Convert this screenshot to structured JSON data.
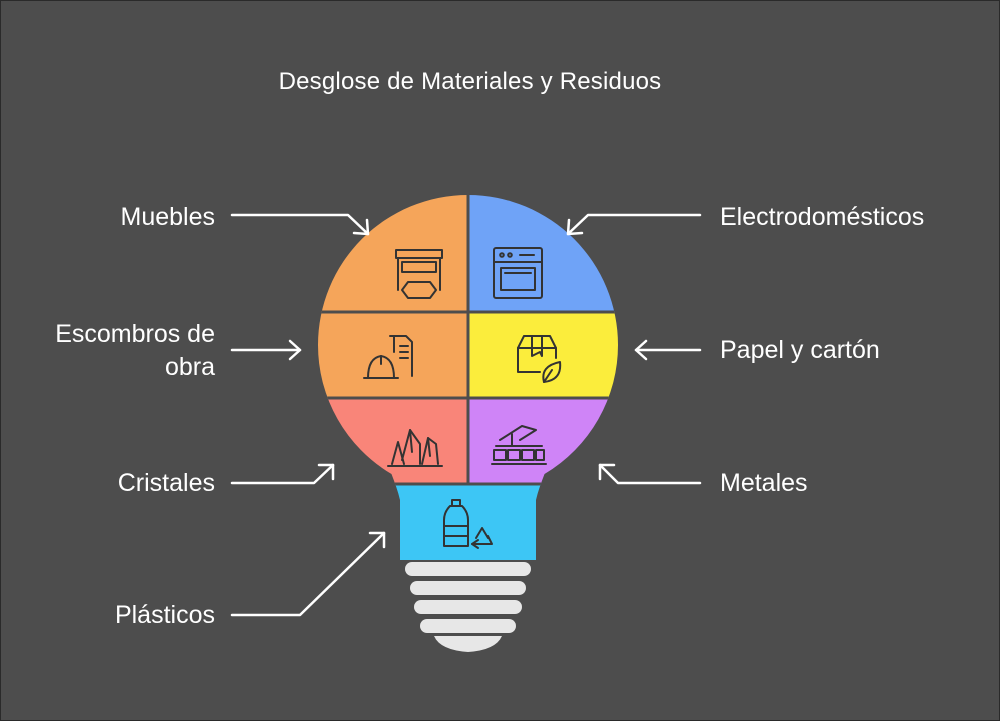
{
  "title": "Desglose de Materiales y Residuos",
  "labels": {
    "muebles": "Muebles",
    "electrodomesticos": "Electrodomésticos",
    "escombros": "Escombros de\nobra",
    "papel": "Papel y cartón",
    "cristales": "Cristales",
    "metales": "Metales",
    "plasticos": "Plásticos"
  },
  "colors": {
    "background": "#4d4d4d",
    "muebles": "#f5a55a",
    "electrodomesticos": "#6fa3f7",
    "escombros": "#f5a55a",
    "papel": "#fbed3c",
    "cristales": "#f98579",
    "metales": "#cf84f7",
    "plasticos": "#3dc6f5",
    "base": "#e7e7e7"
  },
  "icons": {
    "muebles": "furniture-icon",
    "electrodomesticos": "oven-icon",
    "escombros": "construction-icon",
    "papel": "box-leaf-icon",
    "cristales": "crystal-icon",
    "metales": "metal-tools-icon",
    "plasticos": "plastic-bottle-recycle-icon"
  }
}
